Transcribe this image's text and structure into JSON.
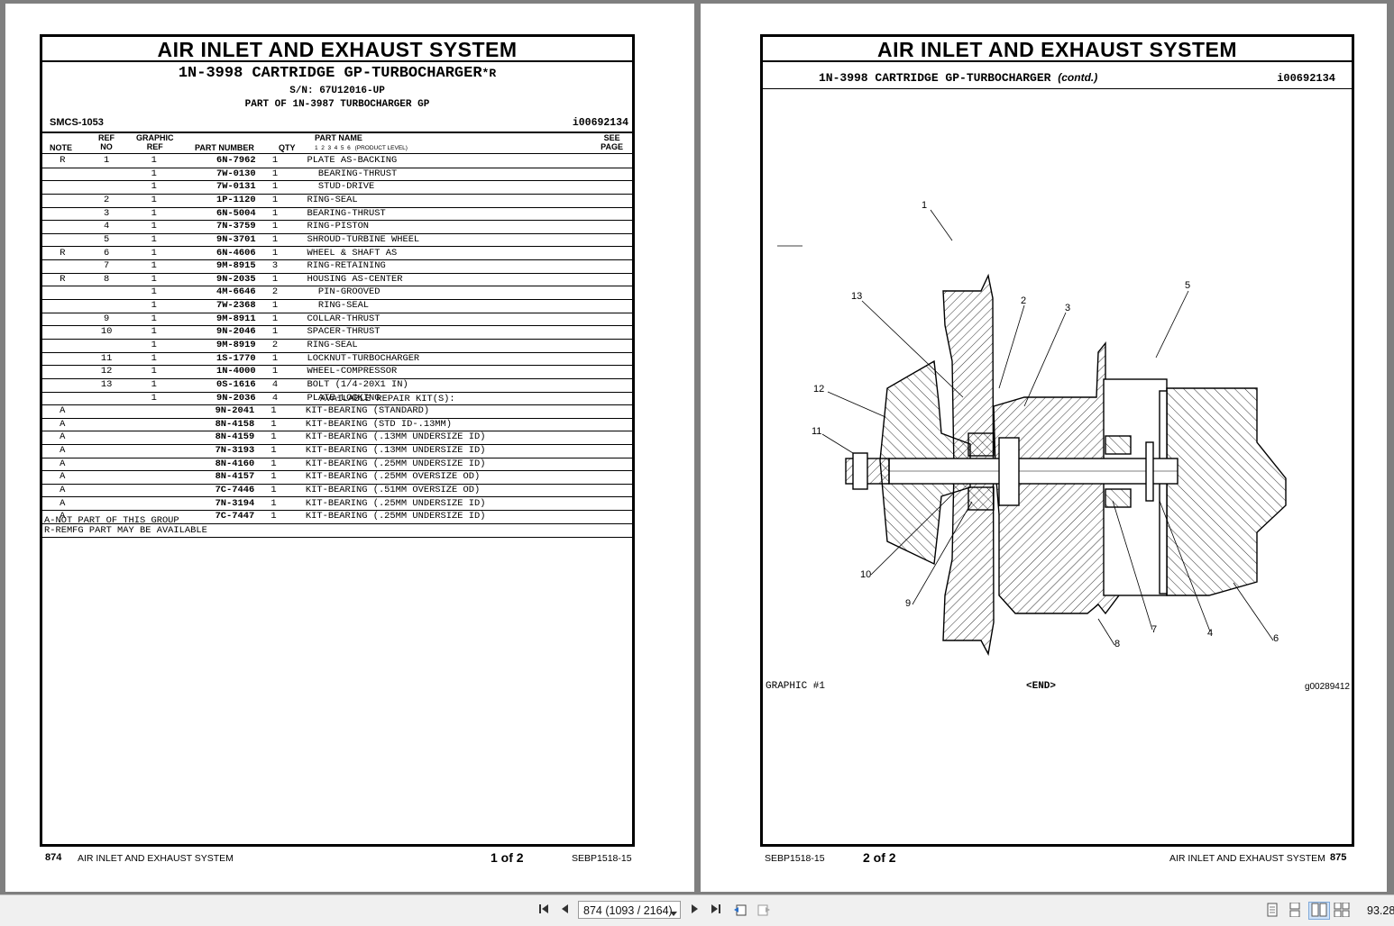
{
  "left_page": {
    "title": "AIR INLET AND EXHAUST SYSTEM",
    "subtitle": "1N-3998 CARTRIDGE GP-TURBOCHARGER",
    "subtitle_suffix": "*R",
    "serial": "S/N: 67U12016-UP",
    "part_of": "PART OF 1N-3987 TURBOCHARGER GP",
    "smcs": "SMCS-1053",
    "ident": "i00692134",
    "columns": {
      "note": "NOTE",
      "ref_no": "REF\nNO",
      "graphic_ref": "GRAPHIC\nREF",
      "part_number": "PART NUMBER",
      "qty": "QTY",
      "part_name": "PART NAME",
      "product_levels": "1  2  3  4  5  6",
      "product_level_label": "(PRODUCT LEVEL)",
      "see_page": "SEE\nPAGE"
    },
    "parts": [
      {
        "note": "R",
        "ref": "1",
        "gref": "1",
        "pn": "6N-7962",
        "qty": "1",
        "name": "PLATE AS-BACKING"
      },
      {
        "note": "",
        "ref": "",
        "gref": "1",
        "pn": "7W-0130",
        "qty": "1",
        "name": "  BEARING-THRUST"
      },
      {
        "note": "",
        "ref": "",
        "gref": "1",
        "pn": "7W-0131",
        "qty": "1",
        "name": "  STUD-DRIVE"
      },
      {
        "note": "",
        "ref": "2",
        "gref": "1",
        "pn": "1P-1120",
        "qty": "1",
        "name": "RING-SEAL"
      },
      {
        "note": "",
        "ref": "3",
        "gref": "1",
        "pn": "6N-5004",
        "qty": "1",
        "name": "BEARING-THRUST"
      },
      {
        "note": "",
        "ref": "4",
        "gref": "1",
        "pn": "7N-3759",
        "qty": "1",
        "name": "RING-PISTON"
      },
      {
        "note": "",
        "ref": "5",
        "gref": "1",
        "pn": "9N-3701",
        "qty": "1",
        "name": "SHROUD-TURBINE WHEEL"
      },
      {
        "note": "R",
        "ref": "6",
        "gref": "1",
        "pn": "6N-4606",
        "qty": "1",
        "name": "WHEEL & SHAFT AS"
      },
      {
        "note": "",
        "ref": "7",
        "gref": "1",
        "pn": "9M-8915",
        "qty": "3",
        "name": "RING-RETAINING"
      },
      {
        "note": "R",
        "ref": "8",
        "gref": "1",
        "pn": "9N-2035",
        "qty": "1",
        "name": "HOUSING AS-CENTER"
      },
      {
        "note": "",
        "ref": "",
        "gref": "1",
        "pn": "4M-6646",
        "qty": "2",
        "name": "  PIN-GROOVED"
      },
      {
        "note": "",
        "ref": "",
        "gref": "1",
        "pn": "7W-2368",
        "qty": "1",
        "name": "  RING-SEAL"
      },
      {
        "note": "",
        "ref": "9",
        "gref": "1",
        "pn": "9M-8911",
        "qty": "1",
        "name": "COLLAR-THRUST"
      },
      {
        "note": "",
        "ref": "10",
        "gref": "1",
        "pn": "9N-2046",
        "qty": "1",
        "name": "SPACER-THRUST"
      },
      {
        "note": "",
        "ref": "",
        "gref": "1",
        "pn": "9M-8919",
        "qty": "2",
        "name": "RING-SEAL"
      },
      {
        "note": "",
        "ref": "11",
        "gref": "1",
        "pn": "1S-1770",
        "qty": "1",
        "name": "LOCKNUT-TURBOCHARGER"
      },
      {
        "note": "",
        "ref": "12",
        "gref": "1",
        "pn": "1N-4000",
        "qty": "1",
        "name": "WHEEL-COMPRESSOR"
      },
      {
        "note": "",
        "ref": "13",
        "gref": "1",
        "pn": "0S-1616",
        "qty": "4",
        "name": "BOLT (1/4-20X1 IN)"
      },
      {
        "note": "",
        "ref": "",
        "gref": "1",
        "pn": "9N-2036",
        "qty": "4",
        "name": "PLATE-LOCKING"
      }
    ],
    "kits_heading": "AVAILABLE REPAIR KIT(S):",
    "kits": [
      {
        "note": "A",
        "pn": "9N-2041",
        "qty": "1",
        "name": "KIT-BEARING (STANDARD)"
      },
      {
        "note": "A",
        "pn": "8N-4158",
        "qty": "1",
        "name": "KIT-BEARING (STD ID-.13MM)"
      },
      {
        "note": "A",
        "pn": "8N-4159",
        "qty": "1",
        "name": "KIT-BEARING (.13MM UNDERSIZE ID)"
      },
      {
        "note": "A",
        "pn": "7N-3193",
        "qty": "1",
        "name": "KIT-BEARING (.13MM UNDERSIZE ID)"
      },
      {
        "note": "A",
        "pn": "8N-4160",
        "qty": "1",
        "name": "KIT-BEARING (.25MM UNDERSIZE ID)"
      },
      {
        "note": "A",
        "pn": "8N-4157",
        "qty": "1",
        "name": "KIT-BEARING (.25MM OVERSIZE OD)"
      },
      {
        "note": "A",
        "pn": "7C-7446",
        "qty": "1",
        "name": "KIT-BEARING (.51MM OVERSIZE OD)"
      },
      {
        "note": "A",
        "pn": "7N-3194",
        "qty": "1",
        "name": "KIT-BEARING (.25MM UNDERSIZE ID)"
      },
      {
        "note": "A",
        "pn": "7C-7447",
        "qty": "1",
        "name": "KIT-BEARING (.25MM UNDERSIZE ID)"
      }
    ],
    "notes": [
      "A-NOT PART OF THIS GROUP",
      "R-REMFG PART MAY BE AVAILABLE"
    ],
    "footer": {
      "page_no": "874",
      "section": "AIR INLET AND EXHAUST SYSTEM",
      "pager": "1 of 2",
      "doc": "SEBP1518-15"
    }
  },
  "right_page": {
    "title": "AIR INLET AND EXHAUST SYSTEM",
    "subtitle": "1N-3998 CARTRIDGE GP-TURBOCHARGER",
    "contd": "(contd.)",
    "ident": "i00692134",
    "callouts": [
      "1",
      "2",
      "3",
      "4",
      "5",
      "6",
      "7",
      "8",
      "9",
      "10",
      "11",
      "12",
      "13"
    ],
    "graphic_label": "GRAPHIC #1",
    "end_label": "<END>",
    "graphic_id": "g00289412",
    "footer": {
      "doc": "SEBP1518-15",
      "pager": "2 of 2",
      "section": "AIR INLET AND EXHAUST SYSTEM",
      "page_no": "875"
    }
  },
  "toolbar": {
    "page_field": "874 (1093 / 2164)",
    "zoom": "93.28"
  }
}
